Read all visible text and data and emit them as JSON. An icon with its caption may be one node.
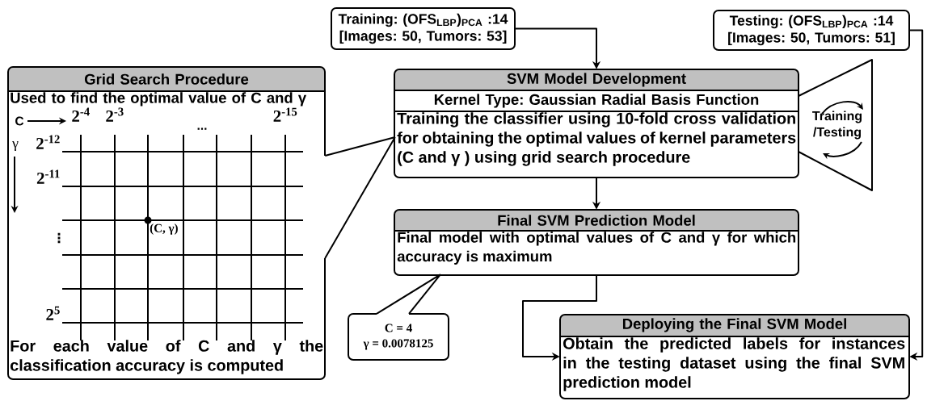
{
  "diagram": {
    "nodes": [
      {
        "text": [
          "Grid Search Procedure",
          "Used to find the optimal value of C and γ",
          "For each value of C and γ the classification accuracy is computed"
        ]
      },
      {
        "text": [
          "Training: (OFS$_{LBP}$)$_{PCA}$ :14 [Images: 50, Tumors: 53]"
        ]
      },
      {
        "text": [
          "Testing: (OFS$_{LBP}$)$_{PCA}$ :14 [Images: 50, Tumors: 51]"
        ]
      },
      {
        "text": [
          "SVM Model Development",
          "Kernel Type: Gaussian Radial Basis Function",
          "Training the classifier using 10-fold cross validation for obtaining the optimal values of kernel parameters (C and γ ) using grid search procedure"
        ]
      },
      {
        "text": [
          "Training /Testing"
        ]
      },
      {
        "text": [
          "Final SVM Prediction Model",
          "Final model with optimal values of C and γ for which accuracy is maximum"
        ]
      },
      {
        "text": [
          "C = 4",
          "γ = 0.0078125"
        ]
      },
      {
        "text": [
          "Deploying the Final SVM Model",
          "Obtain the predicted labels for instances in the testing dataset using the final SVM prediction model"
        ]
      }
    ],
    "edges": [
      {
        "from": 1,
        "to": 3,
        "arrow": "to"
      },
      {
        "from": 2,
        "to": 7,
        "arrow": "to"
      },
      {
        "from": 3,
        "to": 5,
        "arrow": "to"
      },
      {
        "from": 5,
        "to": 7,
        "arrow": "to"
      },
      {
        "from": 0,
        "to": 3,
        "arrow": "none"
      },
      {
        "from": 6,
        "to": 5,
        "arrow": "none"
      }
    ],
    "labels": [
      "C",
      "2$^{-4}$",
      "2$^{-3}$",
      "...",
      "2$^{-15}$",
      "γ",
      "2$^{-12}$",
      "2$^{-11}$",
      "⋮",
      "(C, γ)",
      "2$^{5}$"
    ]
  }
}
